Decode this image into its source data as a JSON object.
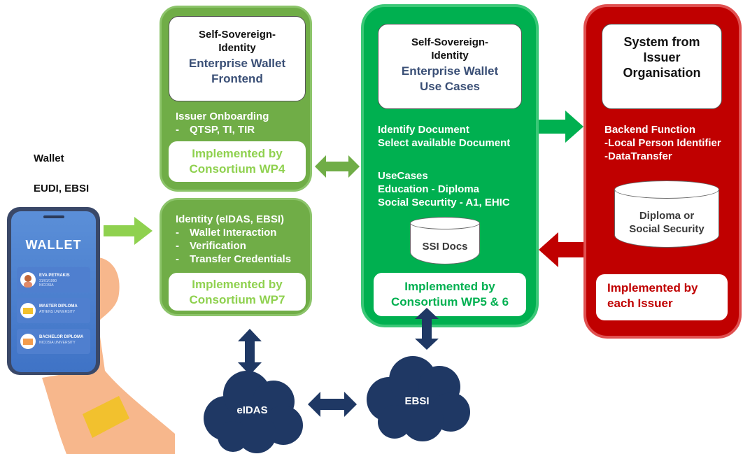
{
  "wallet_labels": {
    "title": "Wallet",
    "subtitle": "EUDI, EBSI"
  },
  "phone": {
    "screen_title": "WALLET",
    "cards": [
      {
        "title": "EVA PETRAKIS",
        "line1": "31/01/1990",
        "line2": "NICOSIA"
      },
      {
        "title": "MASTER DIPLOMA",
        "line1": "ATHENS UNIVERSITY",
        "line2": ""
      },
      {
        "title": "BACHELOR DIPLOMA",
        "line1": "NICOSIA UNIVERSITY",
        "line2": ""
      }
    ]
  },
  "frontend": {
    "title_line1": "Self-Sovereign-",
    "title_line2": "Identity",
    "subtitle_line1": "Enterprise Wallet",
    "subtitle_line2": "Frontend",
    "section_title": "Issuer Onboarding",
    "section_items": [
      "QTSP, TI, TIR"
    ],
    "impl_line1": "Implemented by",
    "impl_line2": "Consortium WP4"
  },
  "identity": {
    "title": "Identity (eIDAS, EBSI)",
    "items": [
      "Wallet Interaction",
      "Verification",
      "Transfer Credentials"
    ],
    "impl_line1": "Implemented by",
    "impl_line2": "Consortium WP7"
  },
  "usecases": {
    "title_line1": "Self-Sovereign-",
    "title_line2": "Identity",
    "subtitle_line1": "Enterprise Wallet",
    "subtitle_line2": "Use Cases",
    "lines_a": [
      "Identify Document",
      "Select available Document"
    ],
    "lines_b": [
      "UseCases",
      "Education - Diploma",
      "Social Securtity - A1, EHIC"
    ],
    "db_label": "SSI Docs",
    "impl_line1": "Implemented by",
    "impl_line2": "Consortium WP5 & 6"
  },
  "issuer": {
    "title_line1": "System from",
    "title_line2": "Issuer",
    "title_line3": "Organisation",
    "section_title": "Backend Function",
    "items": [
      "Local Person Identifier",
      "DataTransfer"
    ],
    "db_line1": "Diploma or",
    "db_line2": "Social Security",
    "impl_line1": "Implemented by",
    "impl_line2": "each Issuer"
  },
  "clouds": {
    "left": "eIDAS",
    "right": "EBSI"
  },
  "colors": {
    "light_green": "#70ad47",
    "green": "#00b050",
    "red": "#c00000",
    "navy": "#1f3864",
    "arrow_light_green": "#8fd14f",
    "arrow_green": "#00b050",
    "arrow_red": "#c00000"
  }
}
